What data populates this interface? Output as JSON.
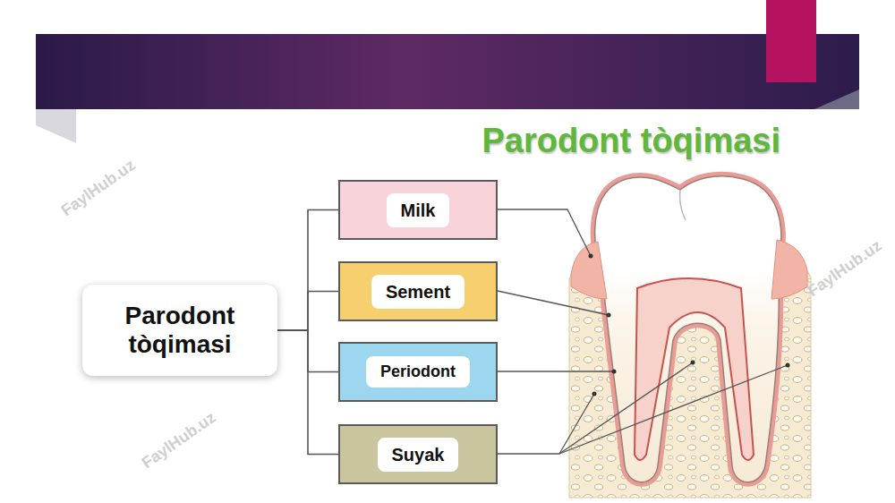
{
  "diagram": {
    "title": "Parodont tòqimasi",
    "nodes": [
      {
        "text": [
          "Parodont tòqimasi"
        ]
      },
      {
        "text": [
          "Milk"
        ]
      },
      {
        "text": [
          "Sement"
        ]
      },
      {
        "text": [
          "Periodont"
        ]
      },
      {
        "text": [
          "Suyak"
        ]
      }
    ],
    "edges": [
      {
        "from": 0,
        "to": 1,
        "arrow": "none"
      },
      {
        "from": 0,
        "to": 2,
        "arrow": "none"
      },
      {
        "from": 0,
        "to": 3,
        "arrow": "none"
      },
      {
        "from": 0,
        "to": 4,
        "arrow": "none"
      }
    ],
    "labels": [
      "FaylHub.uz",
      "FaylHub.uz",
      "FaylHub.uz"
    ]
  }
}
